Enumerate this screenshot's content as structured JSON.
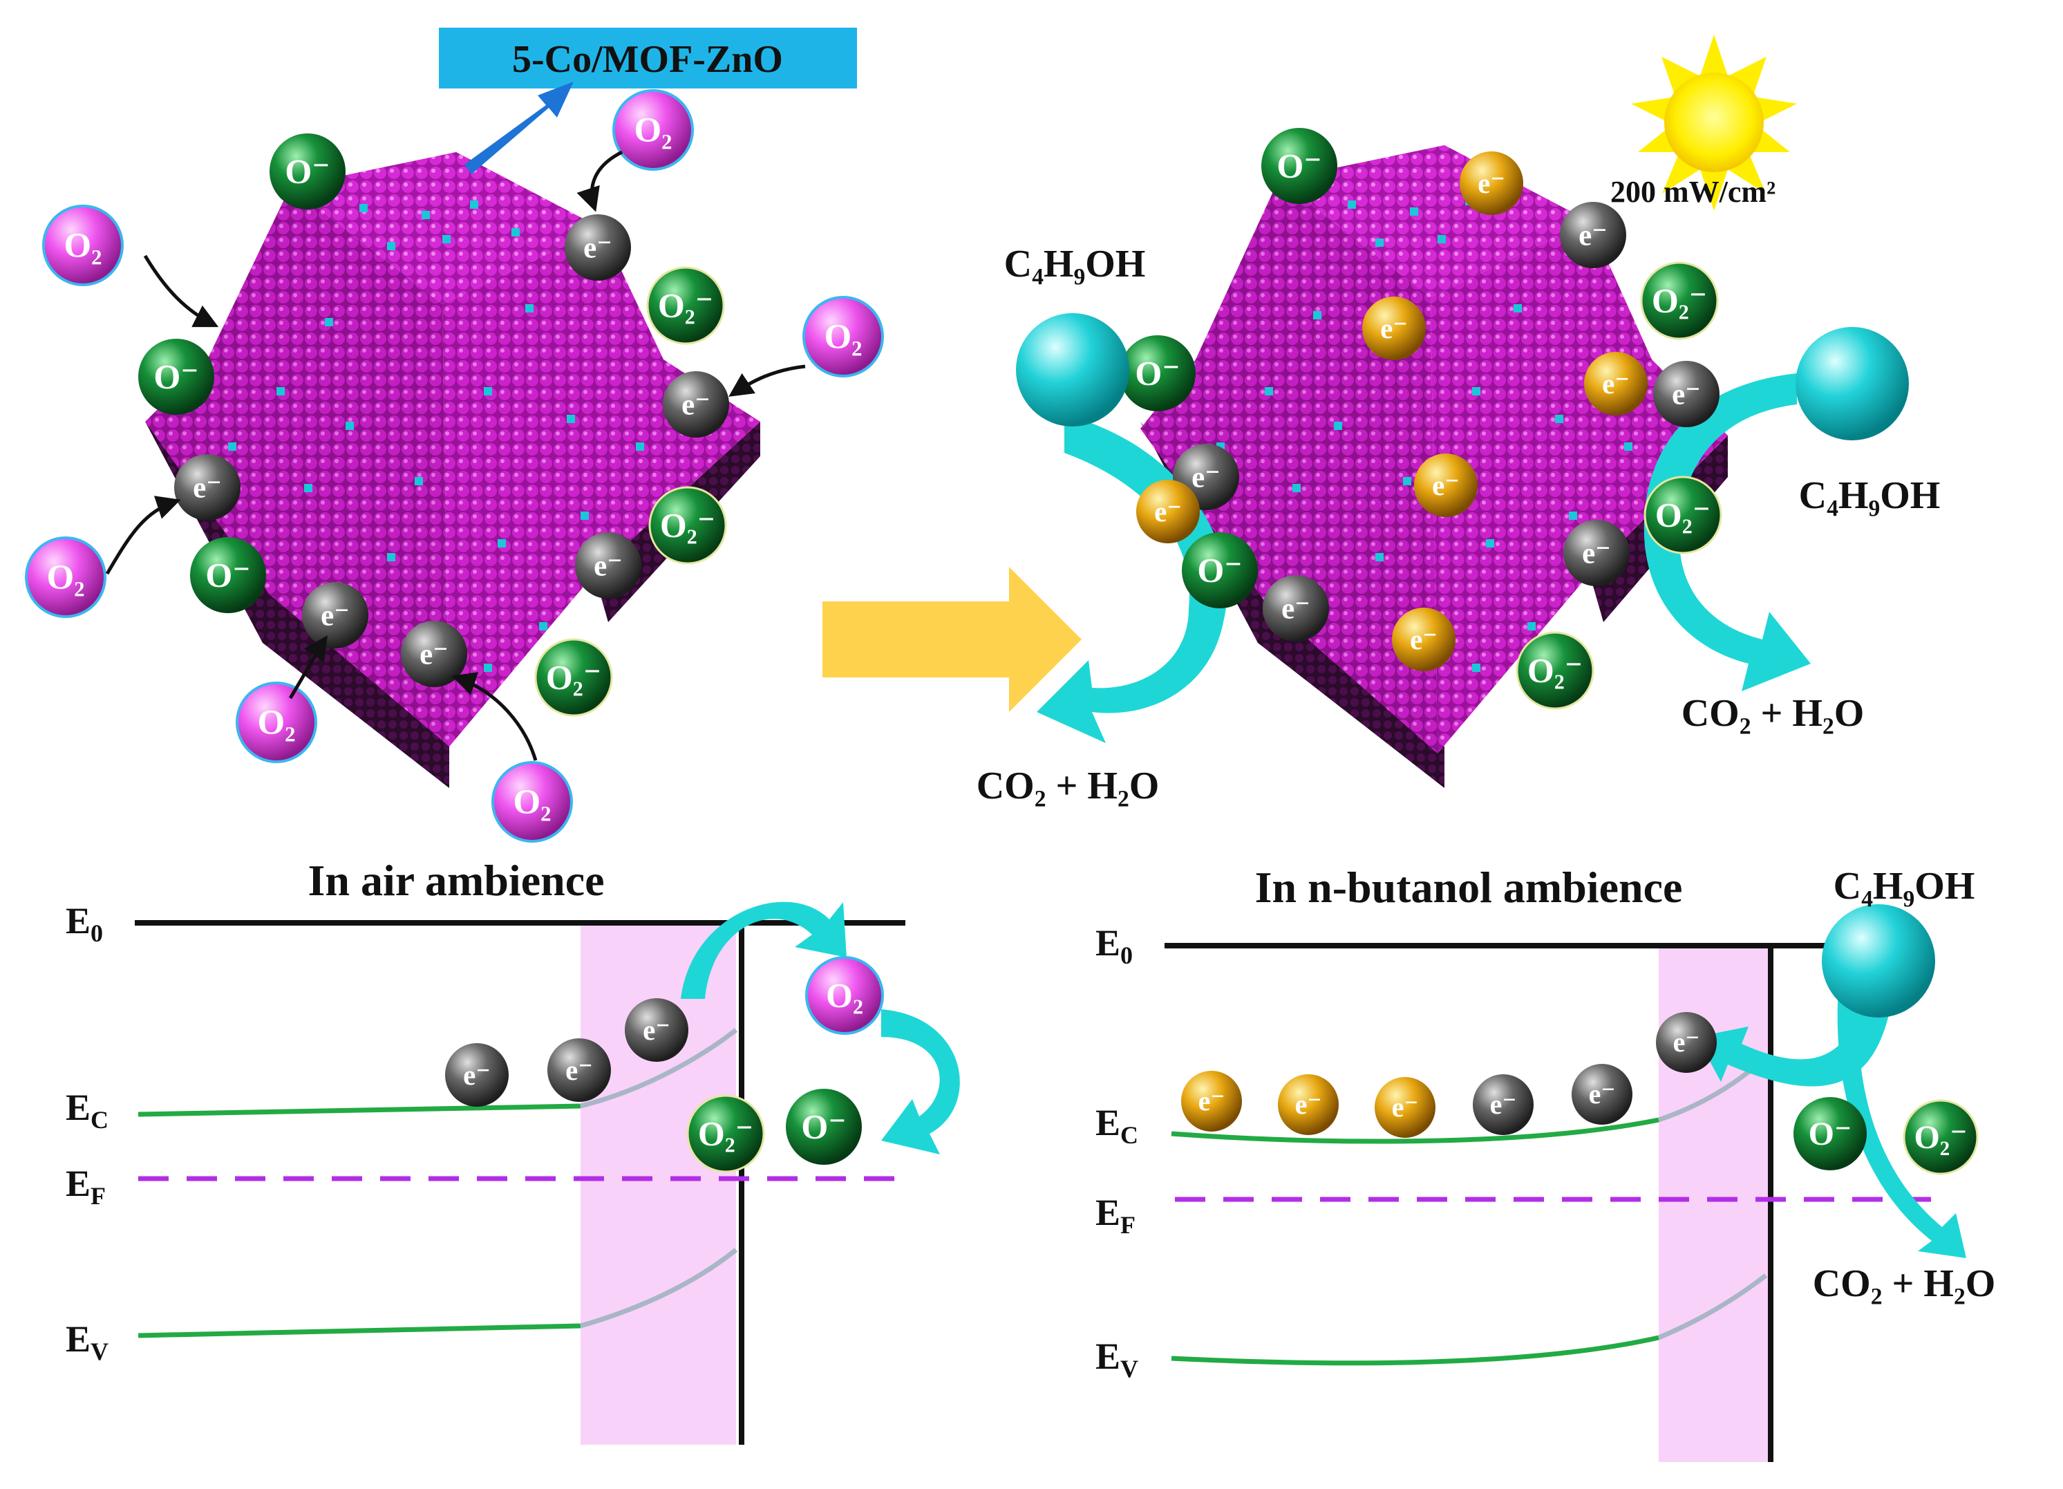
{
  "labels": {
    "material": "5-Co/MOF-ZnO",
    "light_intensity": "200 mW/cm²",
    "butanol": "C₄H₉OH",
    "products": "CO₂ + H₂O",
    "air_title": "In air ambience",
    "butanol_title": "In n-butanol ambience"
  },
  "species": {
    "oxygen": "O₂",
    "superoxide": "O₂⁻",
    "oxide": "O⁻",
    "electron": "e⁻"
  },
  "energy_levels": {
    "vacuum": "E₀",
    "conduction": "E_C",
    "fermi": "E_F",
    "valence": "E_V"
  },
  "colors": {
    "crystal": "#c71fc7",
    "dopant": "#19c7d9",
    "label_box": "#1fb4e8",
    "oxygen_sphere": "#ee55ee",
    "superoxide_sphere": "#118833",
    "electron_sphere": "#555555",
    "photo_electron_sphere": "#e8a812",
    "butanol_sphere": "#20d0d8",
    "process_arrow": "#ffd24d",
    "flow_arrow": "#1fd6d6",
    "band_curve": "#22aa44",
    "fermi_line": "#b22ee6",
    "depletion_region": "#f9d2f9"
  }
}
